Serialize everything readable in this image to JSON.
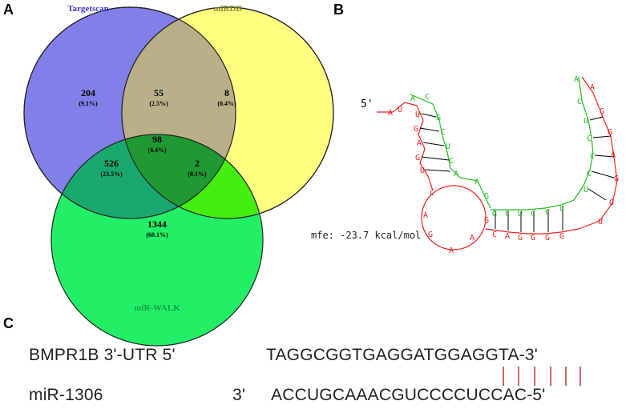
{
  "panels": {
    "a": "A",
    "b": "B",
    "c": "C"
  },
  "venn": {
    "sets": [
      {
        "name": "Targetscan",
        "color": "#8080e8",
        "label_color": "#3a3ad0"
      },
      {
        "name": "miRDB",
        "color": "#ffff80",
        "label_color": "#8a8a3a"
      },
      {
        "name": "miR-WALK",
        "color": "#22ee66",
        "label_color": "#16a040"
      }
    ],
    "regions": [
      {
        "set": "Targetscan only",
        "count": "204",
        "pct": "(9.1%)"
      },
      {
        "set": "Targetscan ∩ miRDB",
        "count": "55",
        "pct": "(2.5%)"
      },
      {
        "set": "miRDB only",
        "count": "8",
        "pct": "(0.4%)"
      },
      {
        "set": "Targetscan ∩ miRDB ∩ miR-WALK",
        "count": "98",
        "pct": "(4.4%)"
      },
      {
        "set": "Targetscan ∩ miR-WALK",
        "count": "526",
        "pct": "(23.5%)"
      },
      {
        "set": "miRDB ∩ miR-WALK",
        "count": "2",
        "pct": "(0.1%)"
      },
      {
        "set": "miR-WALK only",
        "count": "1344",
        "pct": "(60.1%)"
      }
    ]
  },
  "structure": {
    "five_prime": "5'",
    "mfe": "mfe: -23.7 kcal/mol",
    "colors": {
      "target": "#ee2222",
      "mirna": "#22bb22",
      "bond": "#000000"
    }
  },
  "alignment": {
    "target_name": "BMPR1B 3'-UTR 5'",
    "target_seq": "TAGGCGGTGAGGATGGAGGTA-3'",
    "mirna_name": "miR-1306",
    "mirna_end": "3'",
    "mirna_seq": "ACCUGCAAACGUCCCCUCCAC-5'",
    "pair_color": "#c03030"
  }
}
